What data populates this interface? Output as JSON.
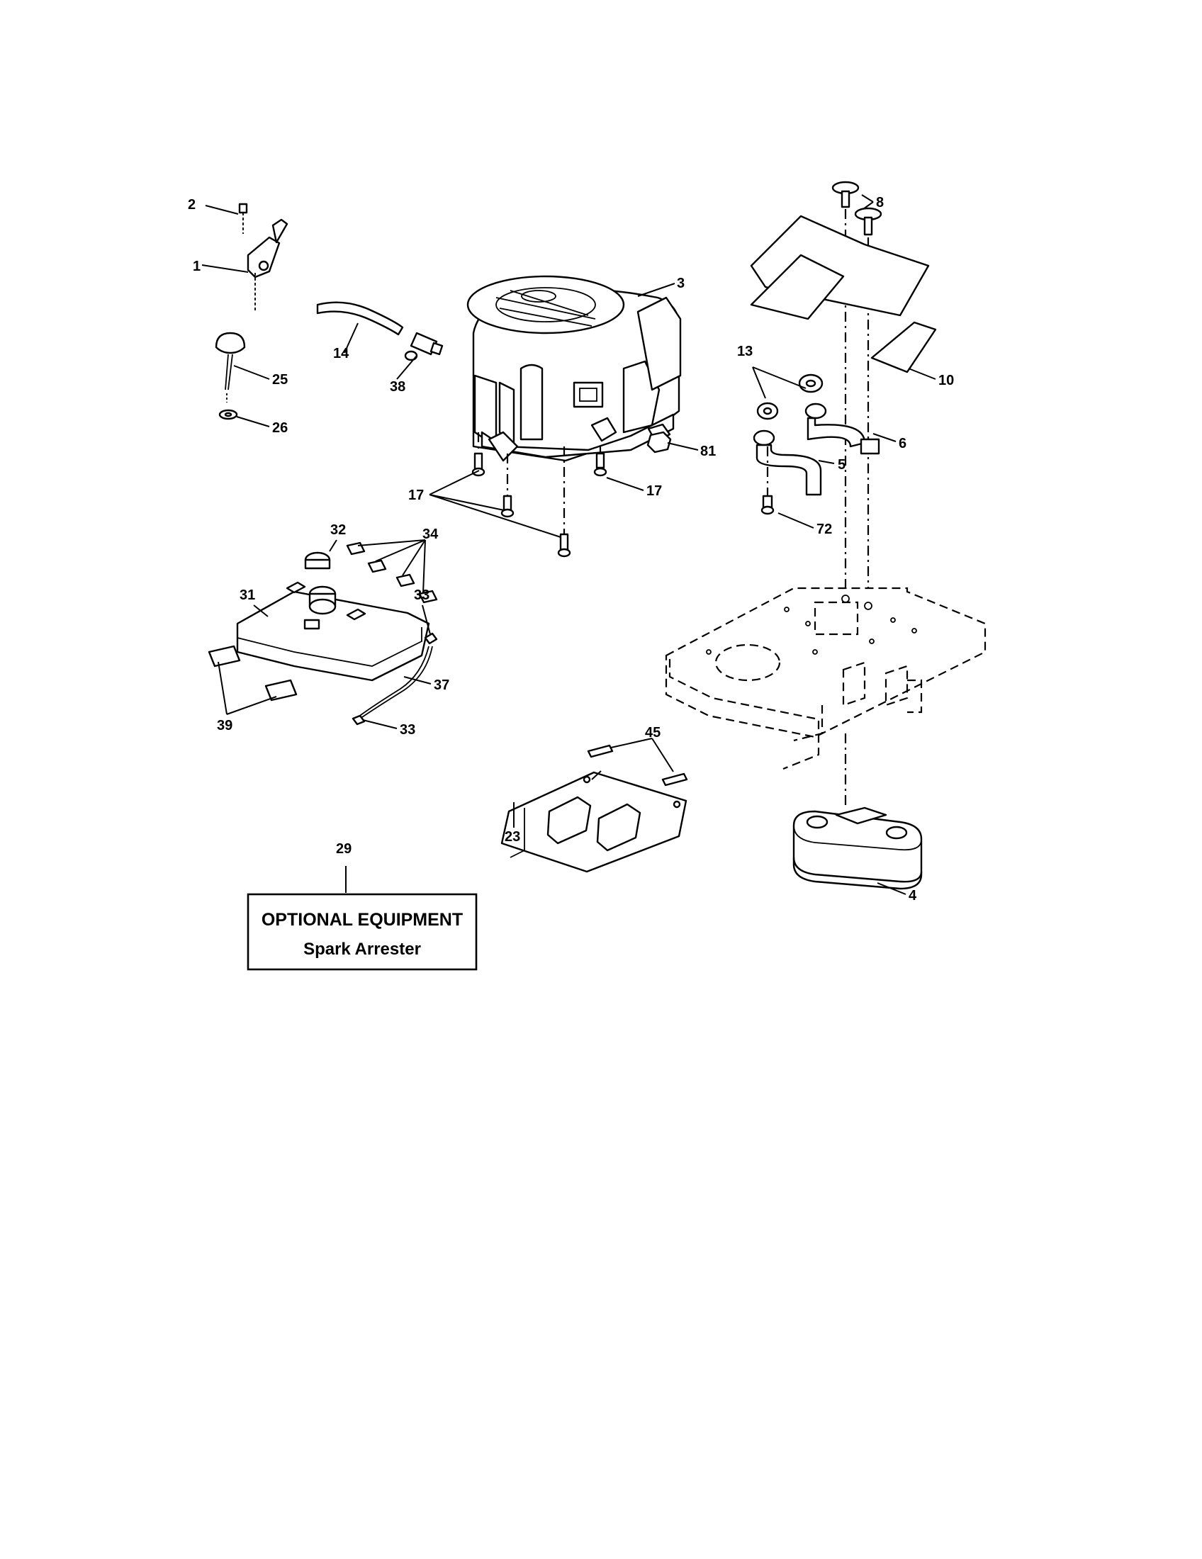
{
  "callouts": {
    "c1": "1",
    "c2": "2",
    "c3": "3",
    "c4": "4",
    "c5": "5",
    "c6": "6",
    "c8": "8",
    "c10": "10",
    "c13": "13",
    "c14": "14",
    "c17a": "17",
    "c17b": "17",
    "c23": "23",
    "c25": "25",
    "c26": "26",
    "c29": "29",
    "c31": "31",
    "c32": "32",
    "c33a": "33",
    "c33b": "33",
    "c34": "34",
    "c37": "37",
    "c38": "38",
    "c39": "39",
    "c45": "45",
    "c72": "72",
    "c81": "81"
  },
  "optional_box": {
    "title": "OPTIONAL EQUIPMENT",
    "subtitle": "Spark Arrester"
  }
}
